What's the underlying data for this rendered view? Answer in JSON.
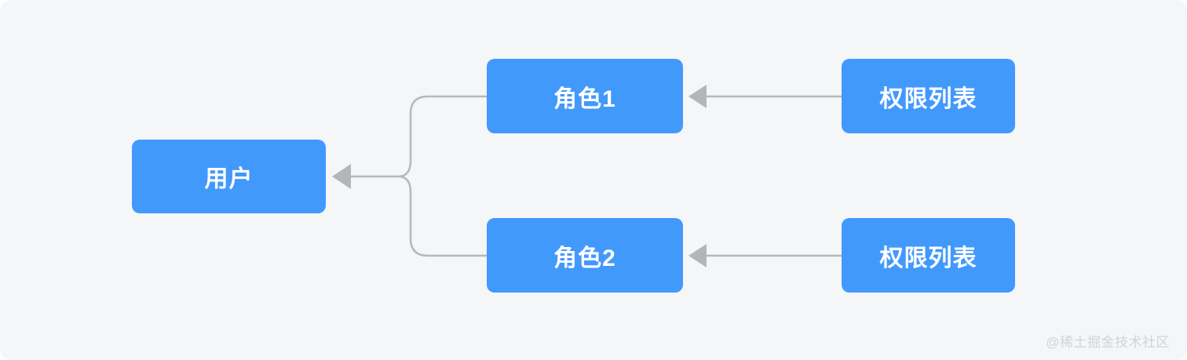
{
  "diagram": {
    "title": "user-role-permission-diagram",
    "nodes": {
      "user": {
        "label": "用户"
      },
      "role1": {
        "label": "角色1"
      },
      "role2": {
        "label": "角色2"
      },
      "perm1": {
        "label": "权限列表"
      },
      "perm2": {
        "label": "权限列表"
      }
    },
    "edges": [
      {
        "from": "role1",
        "to": "user",
        "arrow": "into-user"
      },
      {
        "from": "role2",
        "to": "user",
        "arrow": "into-user"
      },
      {
        "from": "perm1",
        "to": "role1",
        "arrow": "into-role1"
      },
      {
        "from": "perm2",
        "to": "role2",
        "arrow": "into-role2"
      }
    ],
    "colors": {
      "node_fill": "#4299fc",
      "node_text": "#ffffff",
      "connector": "#b5b8bd",
      "arrowhead": "#b2b5ba",
      "panel_background": "#f5f6f7"
    }
  },
  "watermark": {
    "text": "@稀土掘金技术社区"
  }
}
